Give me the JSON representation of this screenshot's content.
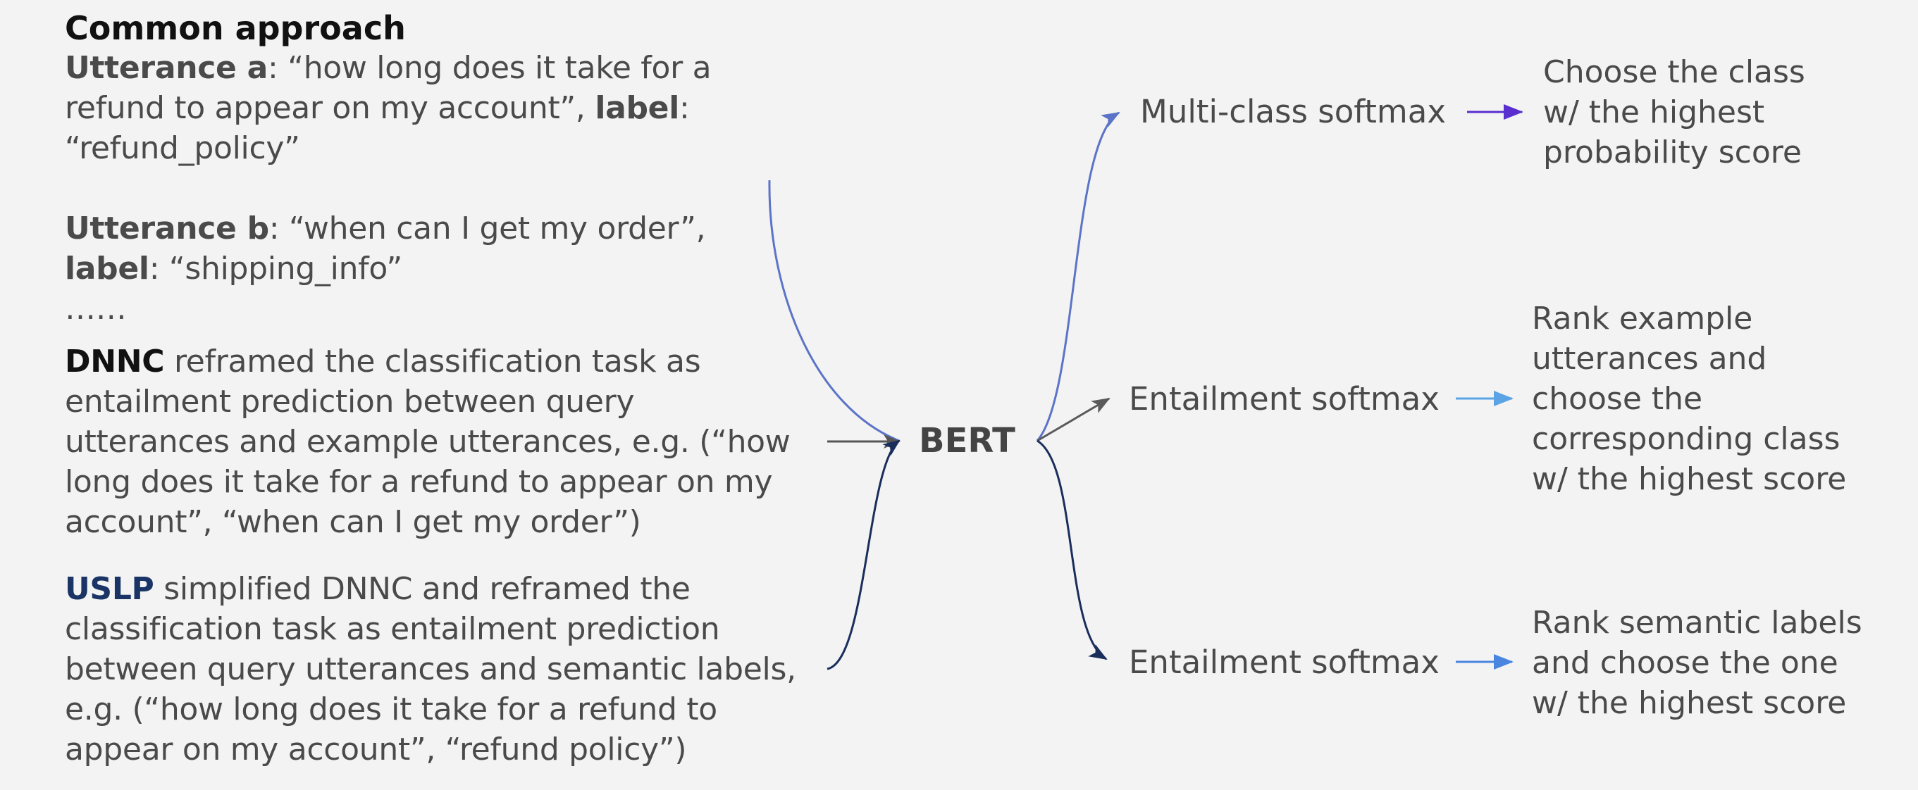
{
  "common": {
    "title": "Common approach",
    "utt_a_label": "Utterance a",
    "utt_a_text_1": ": “how long does it take for a",
    "utt_a_text_2": "refund to appear on my account”,",
    "label_word": "label",
    "utt_a_colon": ":",
    "utt_a_label_val": "“refund_policy”",
    "utt_b_label": "Utterance b",
    "utt_b_text": ": “when can I get my order”,",
    "utt_b_label_word": "label",
    "utt_b_label_val": ": “shipping_info”",
    "ellipsis": "……"
  },
  "dnnc": {
    "name": "DNNC",
    "line1": " reframed the classification task as",
    "line2": "entailment prediction between query",
    "line3": "utterances and example utterances, e.g. (“how",
    "line4": "long does it take for a refund to appear on my",
    "line5": "account”, “when can I get my order”)"
  },
  "uslp": {
    "name": "USLP",
    "line1": " simplified DNNC and reframed the",
    "line2": "classification task as entailment prediction",
    "line3": "between query utterances and semantic labels,",
    "line4": "e.g. (“how long does it take for a refund to",
    "line5": "appear on my account”, “refund policy”)"
  },
  "bert": "BERT",
  "heads": {
    "top": "Multi-class softmax",
    "mid": "Entailment softmax",
    "bottom": "Entailment softmax"
  },
  "outcomes": {
    "top": [
      "Choose the class",
      "w/ the highest",
      "probability score"
    ],
    "mid": [
      "Rank example",
      "utterances and",
      "choose the",
      "corresponding class",
      "w/ the highest score"
    ],
    "bottom": [
      "Rank semantic labels",
      "and choose the one",
      "w/ the highest score"
    ]
  },
  "colors": {
    "background": "#f3f3f3",
    "common_arrow": "#5b74c7",
    "dnnc_arrow": "#555555",
    "uslp_arrow": "#1a2e5c",
    "top_small_arrow": "#5a2fd0",
    "mid_small_arrow": "#5aa4e6",
    "bottom_small_arrow": "#4a86e0"
  }
}
